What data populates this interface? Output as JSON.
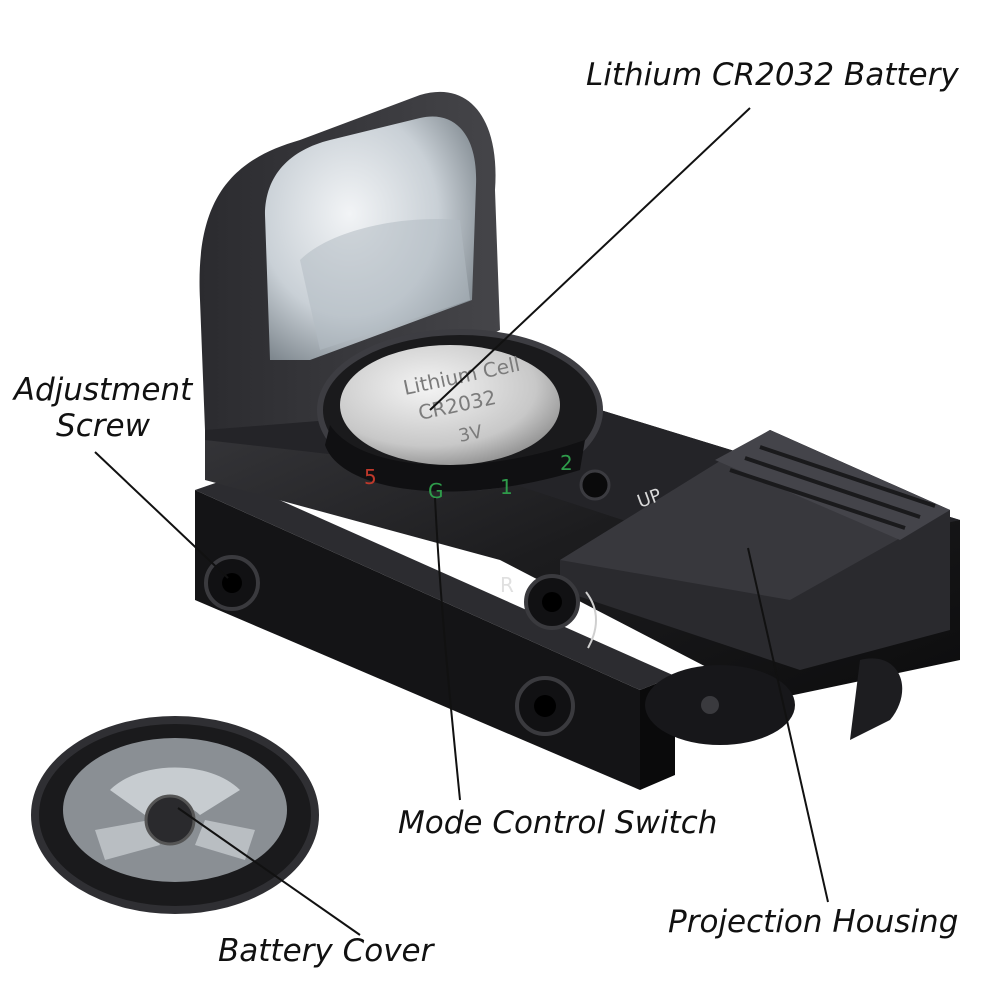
{
  "product": {
    "dial_marks": [
      "5",
      "G",
      "1",
      "2"
    ],
    "windage_mark": "R",
    "elevation_mark": "UP",
    "battery_print": [
      "Lithium Cell",
      "CR2032",
      "3V"
    ]
  },
  "callouts": {
    "battery": "Lithium CR2032 Battery",
    "adjustment_line1": "Adjustment",
    "adjustment_line2": "Screw",
    "mode_switch": "Mode Control Switch",
    "projection_housing": "Projection Housing",
    "battery_cover": "Battery Cover"
  },
  "colors": {
    "body": "#1c1c1e",
    "body_highlight": "#3a3a3e",
    "glass": "#c9d0d6",
    "leader": "#111111",
    "dial_red": "#c0392b",
    "dial_green": "#2e9b4a"
  }
}
